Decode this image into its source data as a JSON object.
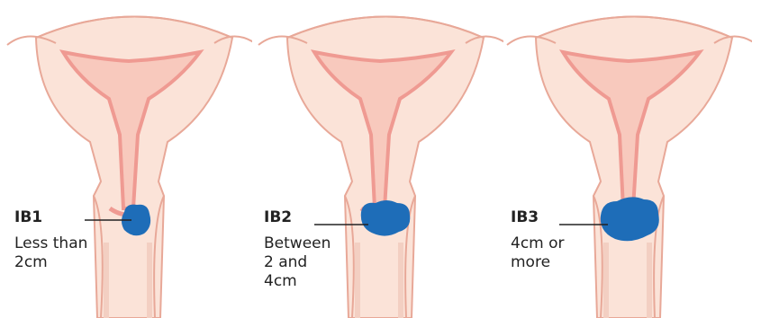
{
  "colors": {
    "tissue": "#fbe3d8",
    "outline": "#e8a898",
    "lining": "#ef9a92",
    "tumour": "#1e6db8",
    "text": "#222222"
  },
  "stages": [
    {
      "label": "IB1",
      "description": "Less than\n2cm"
    },
    {
      "label": "IB2",
      "description": "Between\n2 and\n4cm"
    },
    {
      "label": "IB3",
      "description": "4cm or\nmore"
    }
  ]
}
